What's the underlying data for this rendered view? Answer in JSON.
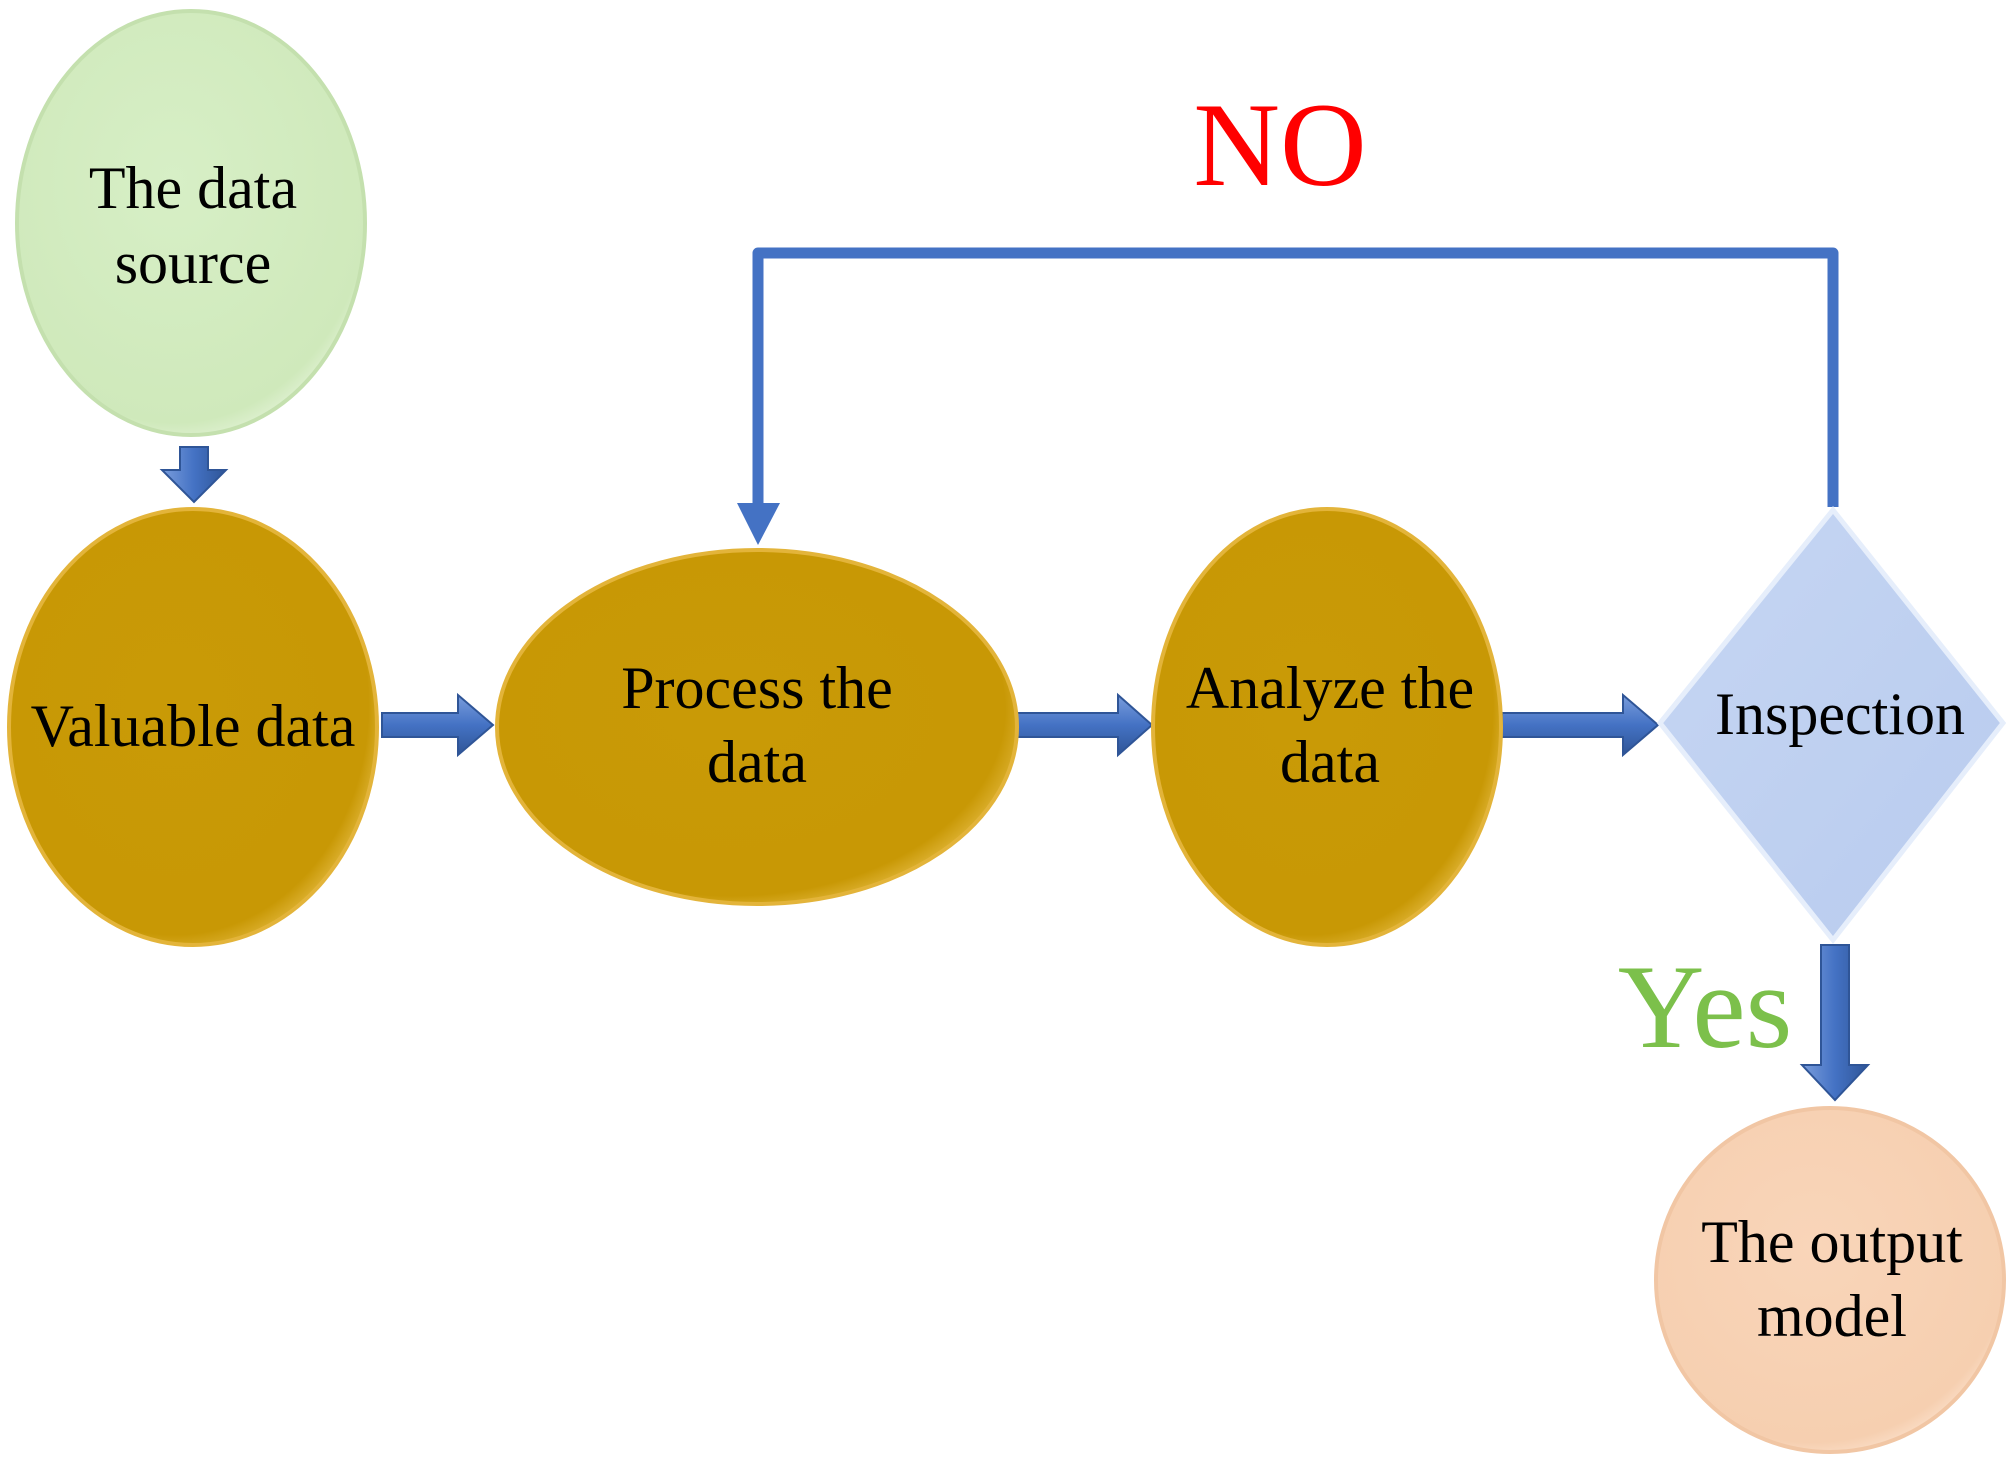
{
  "nodes": {
    "data_source": {
      "line1": "The data",
      "line2": "source"
    },
    "valuable_data": {
      "label": "Valuable data"
    },
    "process_data": {
      "line1": "Process the",
      "line2": "data"
    },
    "analyze_data": {
      "line1": "Analyze the",
      "line2": "data"
    },
    "inspection": {
      "label": "Inspection"
    },
    "output_model": {
      "line1": "The output",
      "line2": "model"
    }
  },
  "edges": {
    "no_label": "NO",
    "yes_label": "Yes"
  },
  "colors": {
    "data_source_fill": "#d3ecc1",
    "process_fill": "#c99a06",
    "inspection_fill": "#c2d3f2",
    "output_fill": "#f8d3b6",
    "arrow": "#4472c4",
    "no_label": "#ff0000",
    "yes_label": "#7cc04b"
  }
}
